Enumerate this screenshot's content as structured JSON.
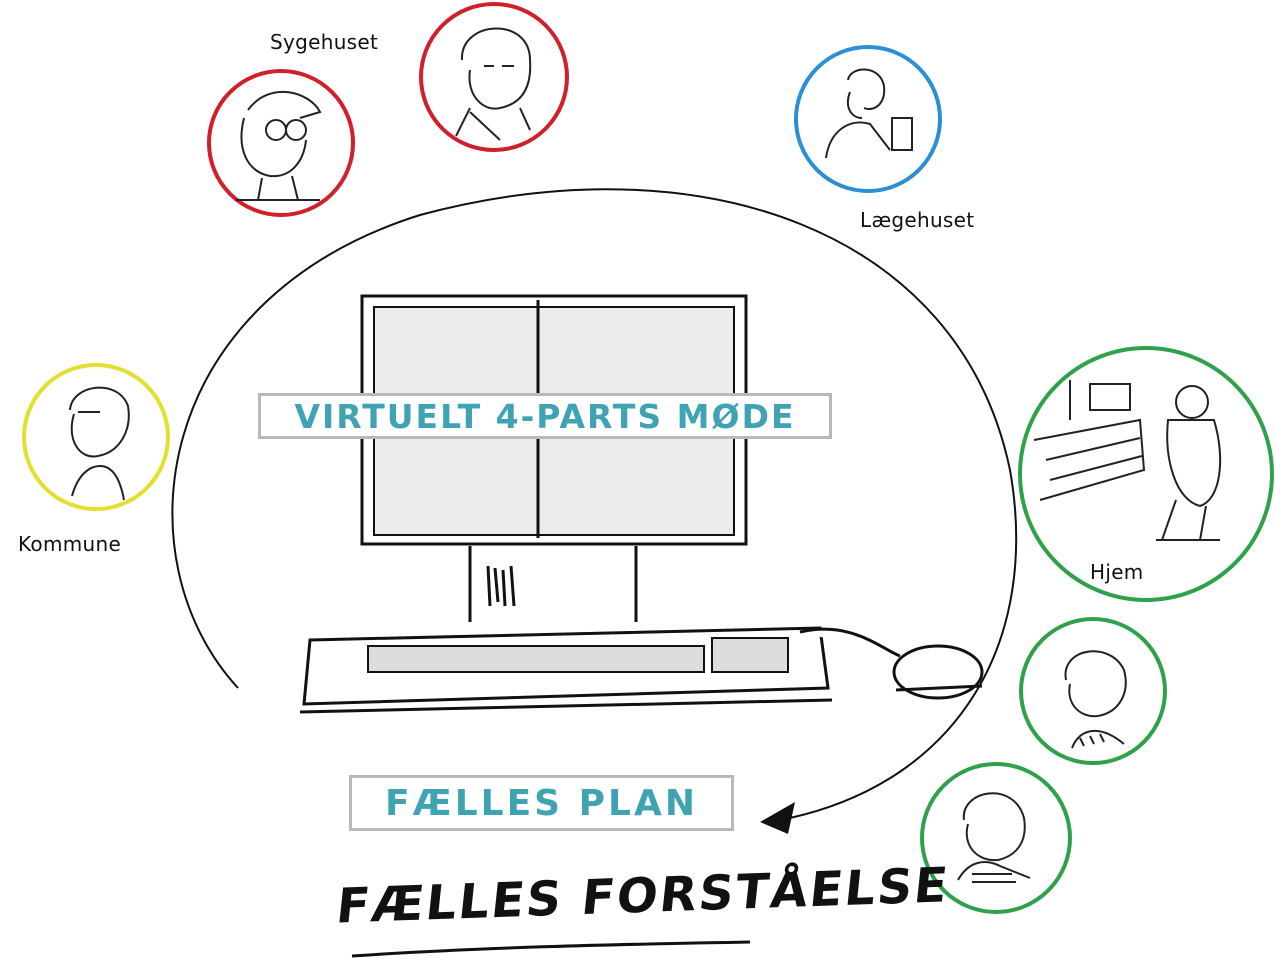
{
  "labels": {
    "hospital": "Sygehuset",
    "gp": "Lægehuset",
    "municipality": "Kommune",
    "home": "Hjem"
  },
  "banners": {
    "meeting": "VIRTUELT 4-PARTS MØDE",
    "plan": "FÆLLES PLAN"
  },
  "footer": {
    "understanding": "FÆLLES FORSTÅELSE"
  },
  "colors": {
    "hospital": "#d0202c",
    "gp": "#2b8fd6",
    "municipality": "#e3df2e",
    "home": "#2fa14a",
    "accent": "#3fa3b3",
    "line": "#111111"
  },
  "icons": [
    "doctor-icon",
    "nurse-icon",
    "gp-doctor-icon",
    "caseworker-icon",
    "patient-home-icon",
    "relative-icon",
    "relative-icon"
  ]
}
